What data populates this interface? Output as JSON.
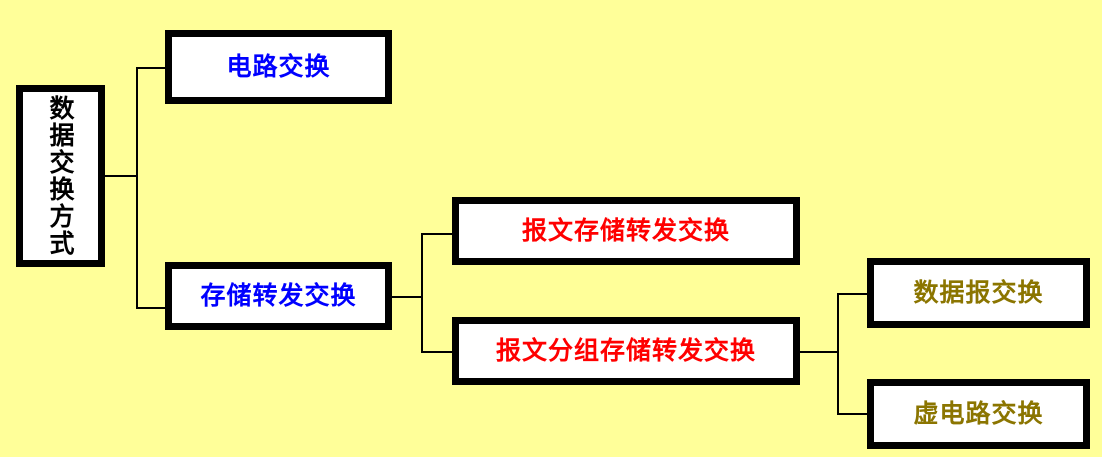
{
  "diagram": {
    "title": "数据交换方式",
    "background_color": "#ffff99",
    "type": "hierarchy-tree",
    "orientation": "left-to-right",
    "border_color": "#000000",
    "node_fill": "#ffffff"
  },
  "nodes": {
    "root": {
      "label": "数据交换方式",
      "color": "#000000",
      "orientation": "vertical",
      "level": 1
    },
    "circuit": {
      "label": "电路交换",
      "color": "#0000ff",
      "orientation": "horizontal",
      "level": 2
    },
    "store_forward": {
      "label": "存储转发交换",
      "color": "#0000ff",
      "orientation": "horizontal",
      "level": 2
    },
    "message_store_forward": {
      "label": "报文存储转发交换",
      "color": "#ff0000",
      "orientation": "horizontal",
      "level": 3
    },
    "packet_store_forward": {
      "label": "报文分组存储转发交换",
      "color": "#ff0000",
      "orientation": "horizontal",
      "level": 3
    },
    "datagram": {
      "label": "数据报交换",
      "color": "#8b7500",
      "orientation": "horizontal",
      "level": 4
    },
    "virtual_circuit": {
      "label": "虚电路交换",
      "color": "#8b7500",
      "orientation": "horizontal",
      "level": 4
    }
  },
  "edges": [
    {
      "from": "root",
      "to": "circuit"
    },
    {
      "from": "root",
      "to": "store_forward"
    },
    {
      "from": "store_forward",
      "to": "message_store_forward"
    },
    {
      "from": "store_forward",
      "to": "packet_store_forward"
    },
    {
      "from": "packet_store_forward",
      "to": "datagram"
    },
    {
      "from": "packet_store_forward",
      "to": "virtual_circuit"
    }
  ]
}
